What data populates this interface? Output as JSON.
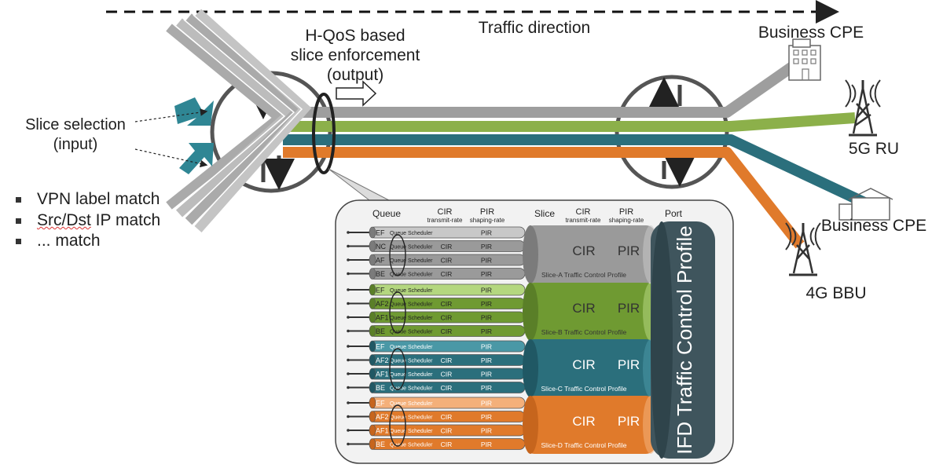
{
  "labels": {
    "traffic_direction": "Traffic direction",
    "hqos_line1": "H-QoS based",
    "hqos_line2": "slice enforcement",
    "hqos_line3": "(output)",
    "slice_sel_line1": "Slice selection",
    "slice_sel_line2": "(input)",
    "business_cpe_top": "Business CPE",
    "ru_5g": "5G RU",
    "business_cpe_bottom": "Business CPE",
    "bbu_4g": "4G BBU"
  },
  "bullets": [
    "VPN label match",
    "Src/Dst IP match",
    "... match"
  ],
  "table": {
    "queue_header": "Queue",
    "cir_header": "CIR",
    "cir_sub": "transmit-rate",
    "pir_header": "PIR",
    "pir_sub": "shaping-rate",
    "slice_header": "Slice",
    "port_header": "Port",
    "queue_scheduler": "Queue Scheduler",
    "cir": "CIR",
    "pir": "PIR",
    "ifd_profile": "IFD Traffic Control Profile"
  },
  "slices": [
    {
      "name": "Slice-A Traffic Control Profile",
      "queues": [
        "EF",
        "NC",
        "AF",
        "BE"
      ],
      "color": "#9a9a9a",
      "dark": "#7b7b7b",
      "light": "#c8c8c8"
    },
    {
      "name": "Slice-B Traffic Control Profile",
      "queues": [
        "EF",
        "AF2",
        "AF1",
        "BE"
      ],
      "color": "#6f9a32",
      "dark": "#5a7f28",
      "light": "#b4d77f"
    },
    {
      "name": "Slice-C Traffic Control Profile",
      "queues": [
        "EF",
        "AF2",
        "AF1",
        "BE"
      ],
      "color": "#2b6f7c",
      "dark": "#205864",
      "light": "#4a98a6"
    },
    {
      "name": "Slice-D Traffic Control Profile",
      "queues": [
        "EF",
        "AF2",
        "AF1",
        "BE"
      ],
      "color": "#e07a2b",
      "dark": "#c6651d",
      "light": "#f4b07a"
    }
  ],
  "colors": {
    "gray": "#9e9e9e",
    "green": "#8cb04a",
    "teal": "#2b6f7c",
    "orange": "#e07a2b",
    "ifd": "#3f555d",
    "accent_arrow": "#2f8694"
  },
  "icons": [
    "building-icon",
    "cell-tower-icon",
    "house-icon",
    "router-icon"
  ]
}
